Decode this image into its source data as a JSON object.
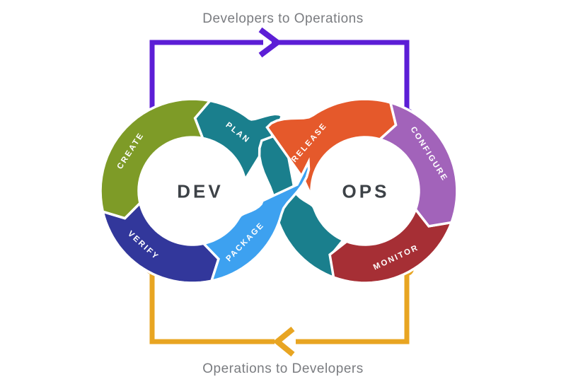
{
  "flow_top": {
    "caption": "Developers to Operations",
    "color": "#5c1ed6"
  },
  "flow_bottom": {
    "caption": "Operations to Developers",
    "color": "#e8a522"
  },
  "dev_core": "DEV",
  "ops_core": "OPS",
  "segments": [
    {
      "id": "plan",
      "label": "PLAN",
      "color": "#1a7f8d"
    },
    {
      "id": "create",
      "label": "CREATE",
      "color": "#7e9b27"
    },
    {
      "id": "verify",
      "label": "VERIFY",
      "color": "#32379b"
    },
    {
      "id": "package",
      "label": "PACKAGE",
      "color": "#3da1f0"
    },
    {
      "id": "release",
      "label": "RELEASE",
      "color": "#e5592b"
    },
    {
      "id": "configure",
      "label": "CONFIGURE",
      "color": "#a263ba"
    },
    {
      "id": "monitor",
      "label": "MONITOR",
      "color": "#a62f35"
    },
    {
      "id": "ops-return",
      "label": "",
      "color": "#1a7f8d"
    }
  ]
}
